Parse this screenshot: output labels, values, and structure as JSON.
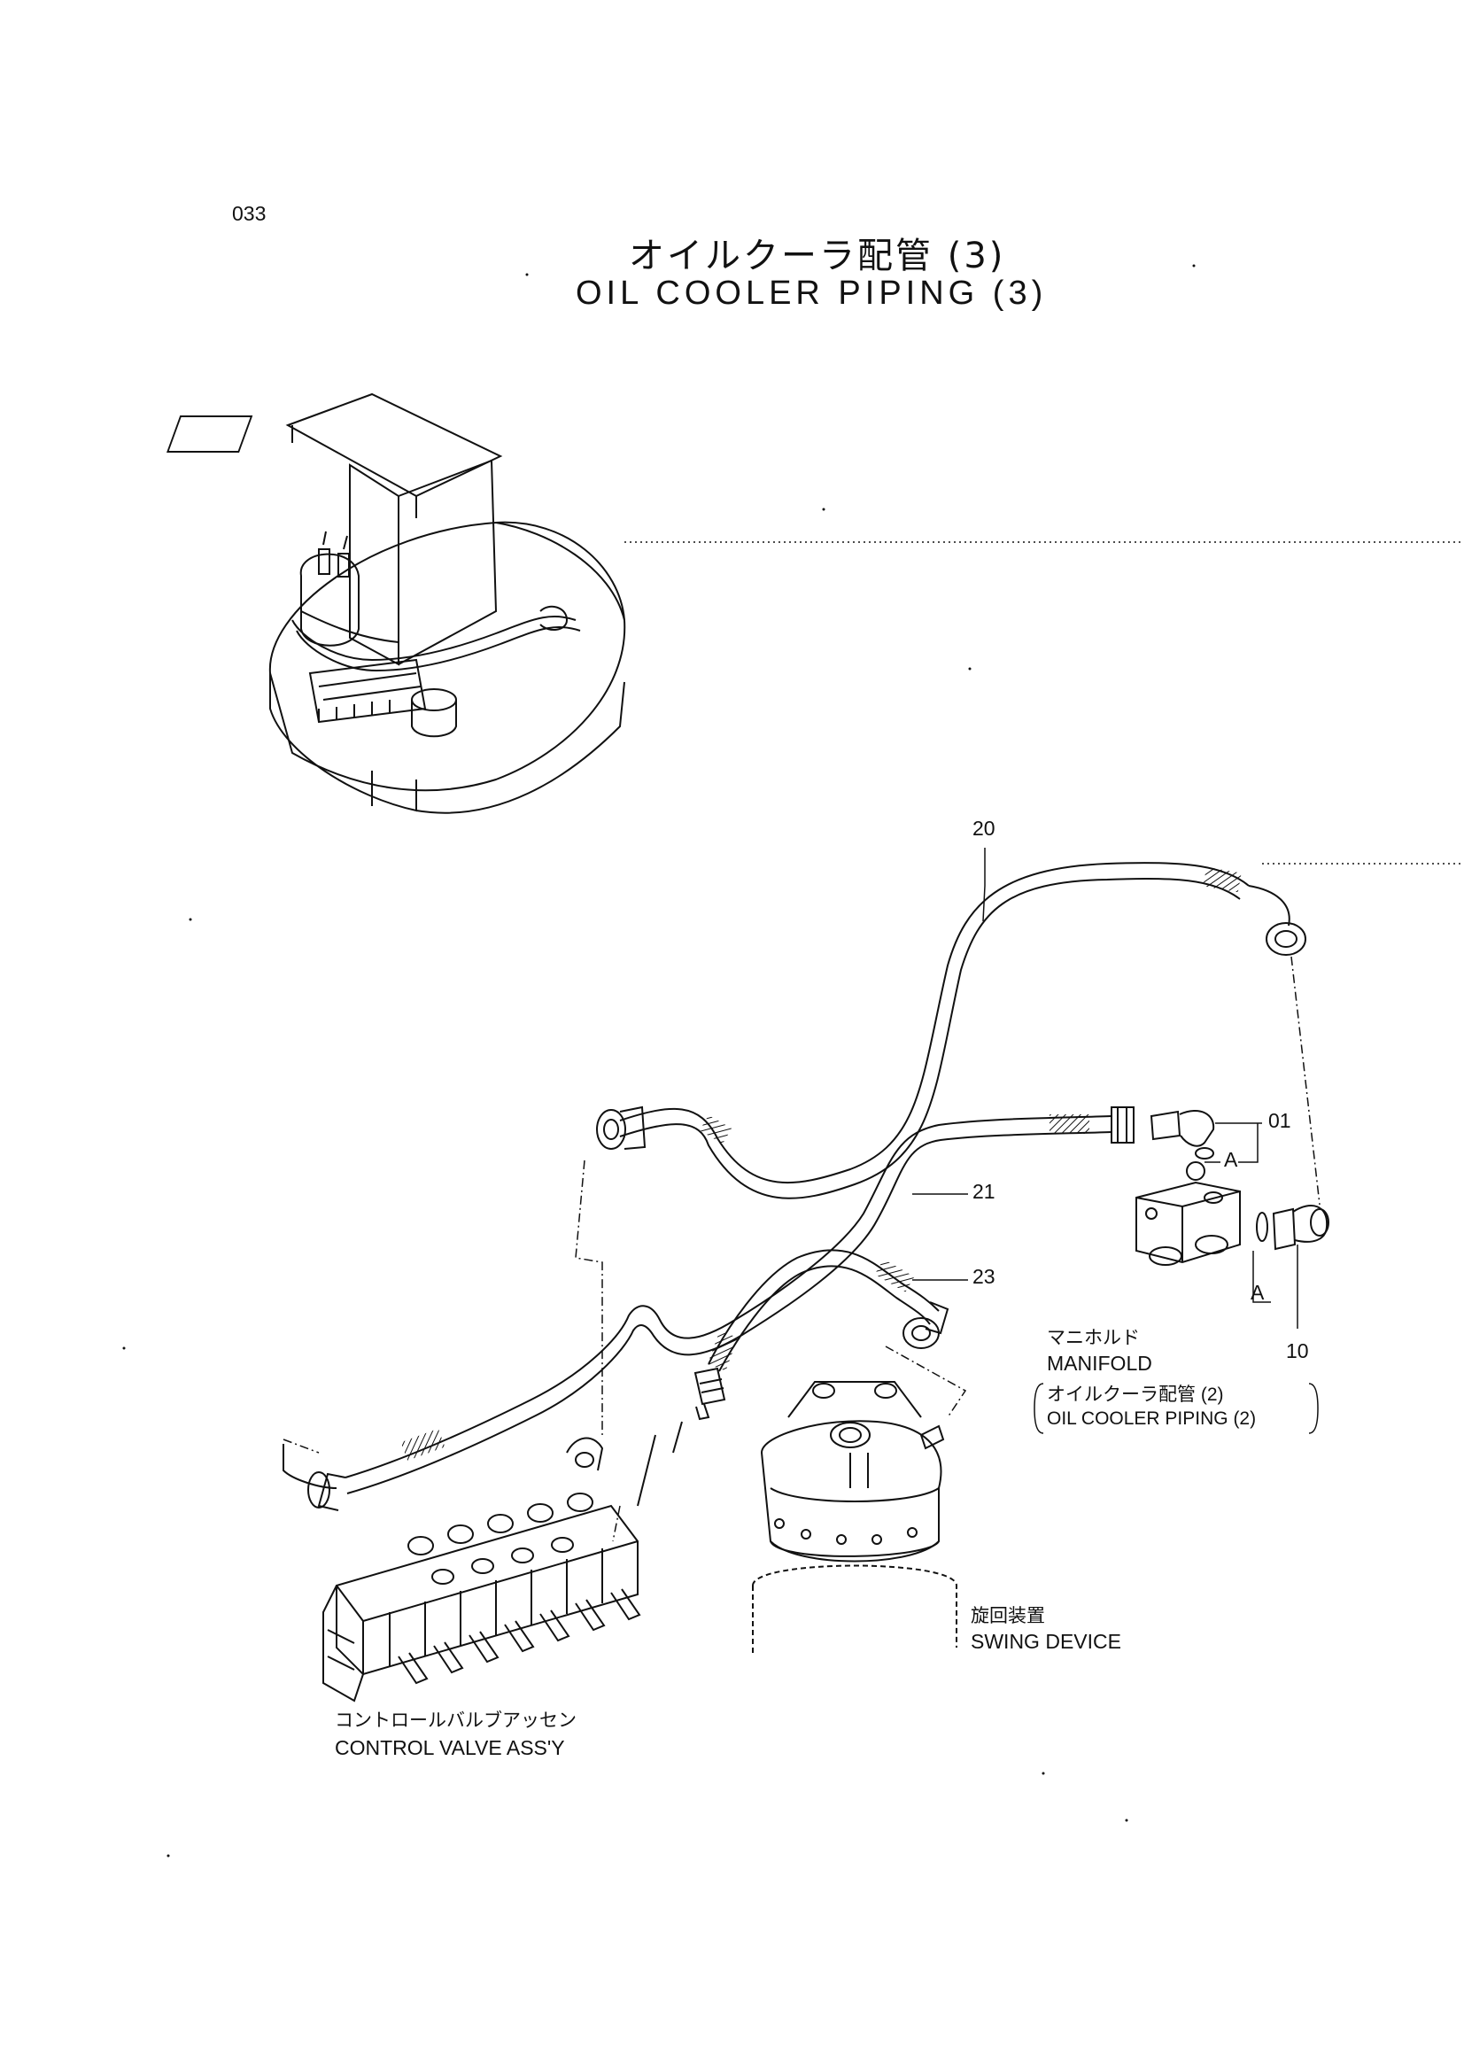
{
  "page_number": "033",
  "title": {
    "jp": "オイルクーラ配管 (3)",
    "en": "OIL  COOLER  PIPING  (3)"
  },
  "callouts": {
    "c20": "20",
    "c21": "21",
    "c23": "23",
    "c01": "01",
    "c10": "10",
    "ref_a1": "A",
    "ref_a2": "A"
  },
  "labels": {
    "manifold_jp": "マニホルド",
    "manifold_en": "MANIFOLD",
    "manifold_ref_jp": "オイルクーラ配管 (2)",
    "manifold_ref_en": "OIL  COOLER  PIPING  (2)",
    "swing_jp": "旋回装置",
    "swing_en": "SWING DEVICE",
    "control_jp": "コントロールバルブアッセン",
    "control_en": "CONTROL  VALVE  ASS'Y"
  }
}
